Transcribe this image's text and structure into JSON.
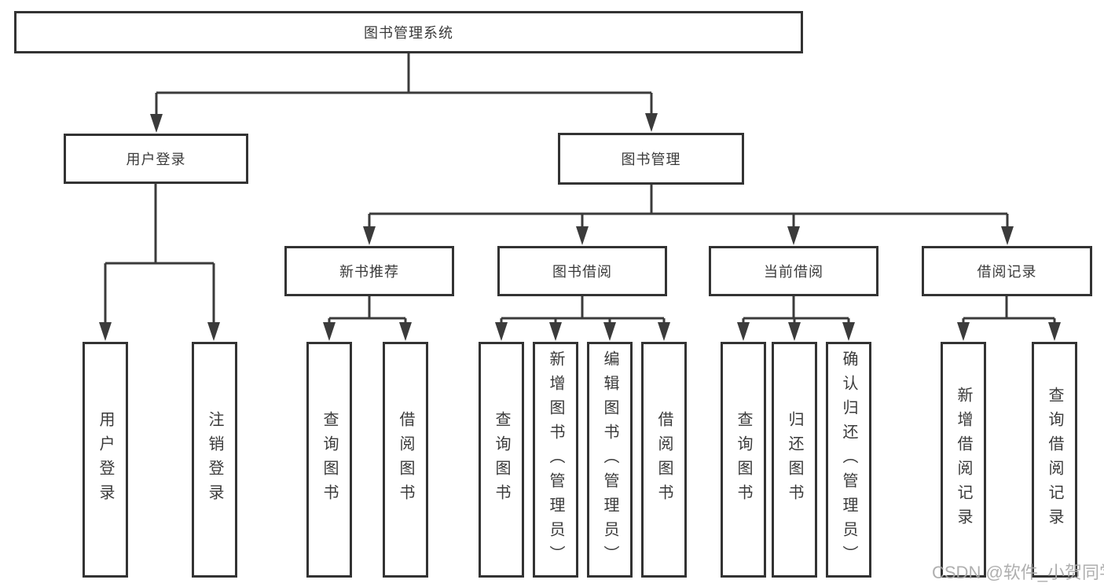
{
  "diagram": {
    "type": "hierarchy-tree",
    "colors": {
      "background": "#ffffff",
      "line": "#3b3b3b",
      "box_border": "#333333",
      "text": "#3a3a3a",
      "watermark": "#a8a8a8"
    },
    "nodes": {
      "root": {
        "label": "图书管理系统"
      },
      "user_login_group": {
        "label": "用户登录"
      },
      "book_mgmt": {
        "label": "图书管理"
      },
      "new_book_rec": {
        "label": "新书推荐"
      },
      "book_borrow": {
        "label": "图书借阅"
      },
      "current_borrow": {
        "label": "当前借阅"
      },
      "borrow_record": {
        "label": "借阅记录"
      },
      "leaf_user_login": {
        "label": "用户登录"
      },
      "leaf_logout": {
        "label": "注销登录"
      },
      "leaf_nbr_query": {
        "label": "查询图书"
      },
      "leaf_nbr_borrow": {
        "label": "借阅图书"
      },
      "leaf_bb_query": {
        "label": "查询图书"
      },
      "leaf_bb_add": {
        "label": "新增图书（管理员）"
      },
      "leaf_bb_edit": {
        "label": "编辑图书（管理员）"
      },
      "leaf_bb_borrow": {
        "label": "借阅图书"
      },
      "leaf_cb_query": {
        "label": "查询图书"
      },
      "leaf_cb_return": {
        "label": "归还图书"
      },
      "leaf_cb_confirm": {
        "label": "确认归还（管理员）"
      },
      "leaf_br_add": {
        "label": "新增借阅记录"
      },
      "leaf_br_query": {
        "label": "查询借阅记录"
      }
    },
    "structure": {
      "root": [
        "user_login_group",
        "book_mgmt"
      ],
      "user_login_group": [
        "leaf_user_login",
        "leaf_logout"
      ],
      "book_mgmt": [
        "new_book_rec",
        "book_borrow",
        "current_borrow",
        "borrow_record"
      ],
      "new_book_rec": [
        "leaf_nbr_query",
        "leaf_nbr_borrow"
      ],
      "book_borrow": [
        "leaf_bb_query",
        "leaf_bb_add",
        "leaf_bb_edit",
        "leaf_bb_borrow"
      ],
      "current_borrow": [
        "leaf_cb_query",
        "leaf_cb_return",
        "leaf_cb_confirm"
      ],
      "borrow_record": [
        "leaf_br_add",
        "leaf_br_query"
      ]
    },
    "watermark": "CSDN @软件_小贺同学"
  }
}
